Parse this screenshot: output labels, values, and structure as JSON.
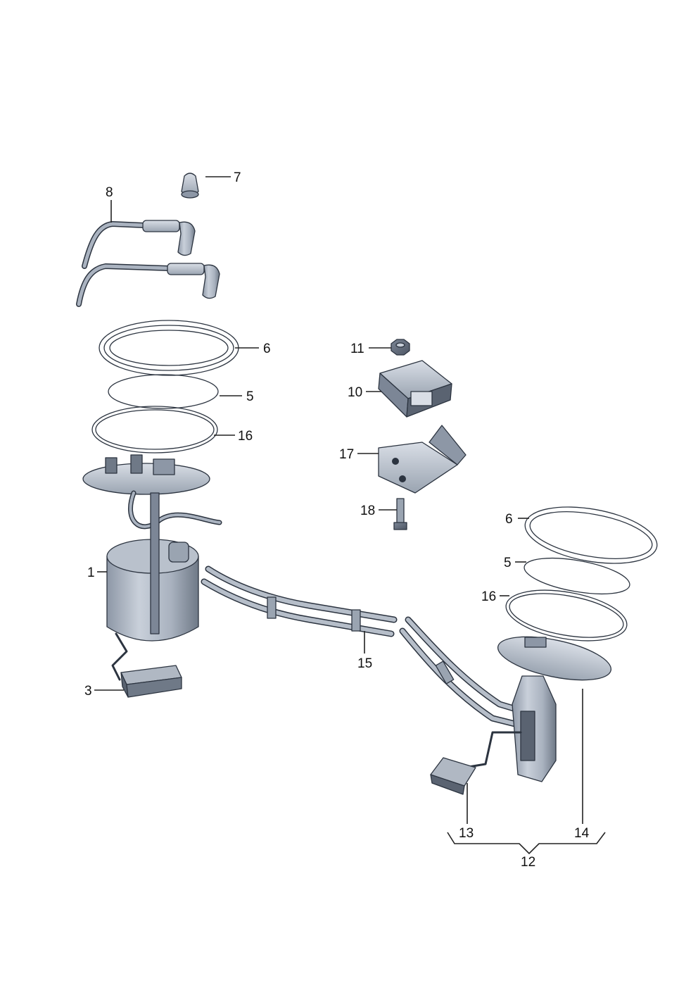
{
  "diagram": {
    "labels": {
      "p1": "1",
      "p3": "3",
      "p5a": "5",
      "p5b": "5",
      "p6a": "6",
      "p6b": "6",
      "p7": "7",
      "p8": "8",
      "p10": "10",
      "p11": "11",
      "p12": "12",
      "p13": "13",
      "p14": "14",
      "p15": "15",
      "p16a": "16",
      "p16b": "16",
      "p17": "17",
      "p18": "18"
    }
  }
}
